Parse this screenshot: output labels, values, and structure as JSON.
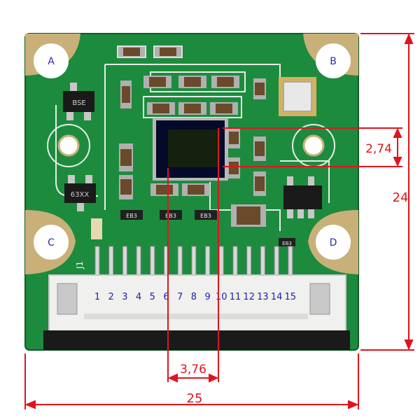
{
  "board": {
    "corner_labels": [
      "A",
      "B",
      "C",
      "D"
    ],
    "pin_numbers": [
      "1",
      "2",
      "3",
      "4",
      "5",
      "6",
      "7",
      "8",
      "9",
      "10",
      "11",
      "12",
      "13",
      "14",
      "15"
    ],
    "connector_label": "J1",
    "chip_markings": {
      "top_left": "BSE",
      "bottom_left": "63XX",
      "right": "",
      "small_a": "EB3",
      "small_b": "EB3",
      "small_c": "EB3",
      "small_d": "EB3"
    }
  },
  "dimensions": {
    "sensor_height": "2,74",
    "sensor_width": "3,76",
    "board_height": "24",
    "board_width": "25"
  },
  "colors": {
    "pcb": "#1a8a3c",
    "silkscreen": "#e8f0e8",
    "pad": "#c9b27a",
    "dimension": "#e0141e",
    "label": "#2020b0"
  }
}
